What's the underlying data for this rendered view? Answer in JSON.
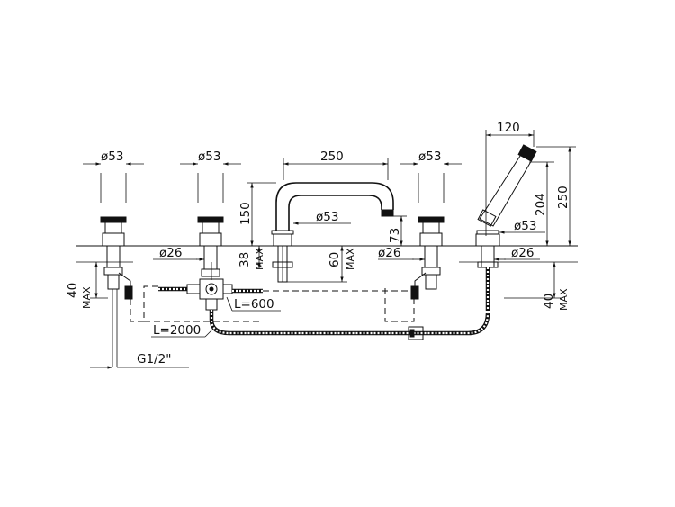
{
  "dimensions": {
    "d53_1": "ø53",
    "d53_2": "ø53",
    "d53_3": "ø53",
    "d53_spout": "ø53",
    "d53_shower": "ø53",
    "w250": "250",
    "w120": "120",
    "h150": "150",
    "h73": "73",
    "h204": "204",
    "h250": "250",
    "d26_1": "ø26",
    "d26_2": "ø26",
    "d26_3": "ø26",
    "h38": "38",
    "h60": "60",
    "h40_left": "40",
    "h40_right": "40",
    "max": "MAX",
    "l600": "L=600",
    "l2000": "L=2000",
    "g12": "G1/2\""
  }
}
